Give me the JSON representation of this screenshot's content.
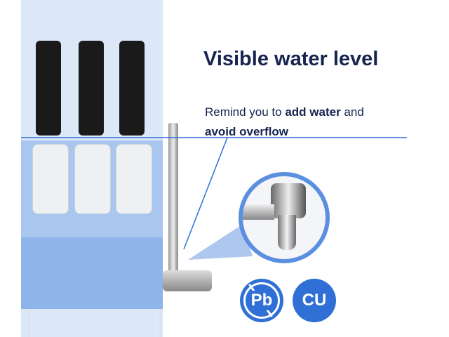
{
  "headline": "Visible water level",
  "description": {
    "prefix": "Remind you to ",
    "bold1": "add water",
    "middle": " and",
    "bold2": "avoid overflow"
  },
  "badges": {
    "lead": "Pb",
    "copper": "CU"
  },
  "colors": {
    "accent": "#2f6fd6",
    "text": "#16244f"
  }
}
